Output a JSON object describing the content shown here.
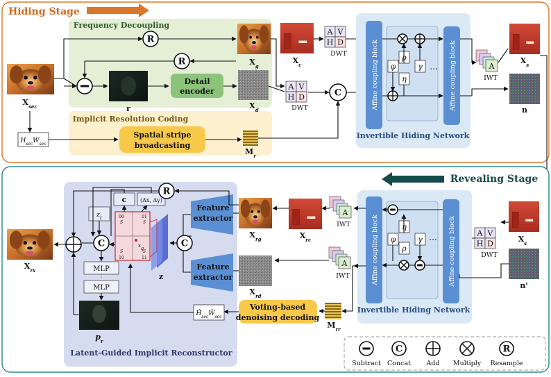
{
  "stages": {
    "hiding": "Hiding Stage",
    "revealing": "Revealing Stage"
  },
  "hiding": {
    "freq_title": "Frequency Decoupling",
    "irc_title": "Implicit Resolution Coding",
    "detail_encoder": [
      "Detail",
      "encoder"
    ],
    "spatial_stripe": [
      "Spatial stripe",
      "broadcasting"
    ],
    "ihn_title": "Invertible Hiding Network",
    "affine": "Affine coupling block",
    "phi": "φ",
    "eta": "η",
    "rho": "ρ",
    "gamma": "γ",
    "dots": "...",
    "dwt": "DWT",
    "iwt": "IWT",
    "subbands": [
      "A",
      "V",
      "H",
      "D"
    ],
    "labels": {
      "xsec": "X",
      "xsec_sub": "sec",
      "xg": "X",
      "xg_sub": "g",
      "xd": "X",
      "xd_sub": "d",
      "xc": "X",
      "xc_sub": "c",
      "xs": "X",
      "xs_sub": "s",
      "r": "r",
      "n": "n",
      "mr": "M",
      "mr_sub": "r",
      "hw": "H",
      "hw_sub1": "sec",
      "hw_w": "W",
      "hw_sub2": "sec"
    }
  },
  "revealing": {
    "ihn_title": "Invertible Hiding Network",
    "lgir_title": "Latent-Guided Implicit Reconstructor",
    "feature_extractor": [
      "Feature",
      "extractor"
    ],
    "voting": [
      "Voting-based",
      "denoising decoding"
    ],
    "mlp": "MLP",
    "labels": {
      "xrs": "X",
      "xrs_sub": "rs",
      "xrg": "X",
      "xrg_sub": "rg",
      "xrd": "X",
      "xrd_sub": "rd",
      "xrc": "X",
      "xrc_sub": "rc",
      "xs": "X",
      "xs_sub": "s",
      "nprime": "n'",
      "mrr": "M",
      "mrr_sub": "rr",
      "pr": "p",
      "pr_sub": "r",
      "z": "z",
      "c": "c",
      "delta": "(Δx, Δy)",
      "zt": "z",
      "zt_sub": "t",
      "hw_hat": "Ĥ",
      "hw_hat_sub1": "sec",
      "hw_hat_w": "Ŵ",
      "hw_hat_sub2": "sec",
      "grid": [
        "00",
        "01",
        "10",
        "11"
      ],
      "s_labels": [
        "S",
        "S",
        "S",
        "S"
      ],
      "xq": "x",
      "xq_sub": "q"
    }
  },
  "legend": {
    "items": [
      {
        "symbol": "–",
        "label": "Subtract"
      },
      {
        "symbol": "C",
        "label": "Concat"
      },
      {
        "symbol": "+",
        "label": "Add"
      },
      {
        "symbol": "×",
        "label": "Multiply"
      },
      {
        "symbol": "R",
        "label": "Resample"
      }
    ]
  },
  "ops": {
    "R": "R",
    "C": "C"
  },
  "colors": {
    "hiding_border": "#d9782a",
    "revealing_border": "#2d8a8a",
    "freq_bg": "#e4efd6",
    "irc_bg": "#fdf0cf",
    "ihn_bg": "#dbe8f5",
    "lgir_bg": "#d5dcf0",
    "affine_fill": "#5b8fd3",
    "green_box": "#8bc37a",
    "yellow_box": "#f7c84a",
    "dog_orange": "#d78434",
    "red_wall": "#c83c2c"
  }
}
